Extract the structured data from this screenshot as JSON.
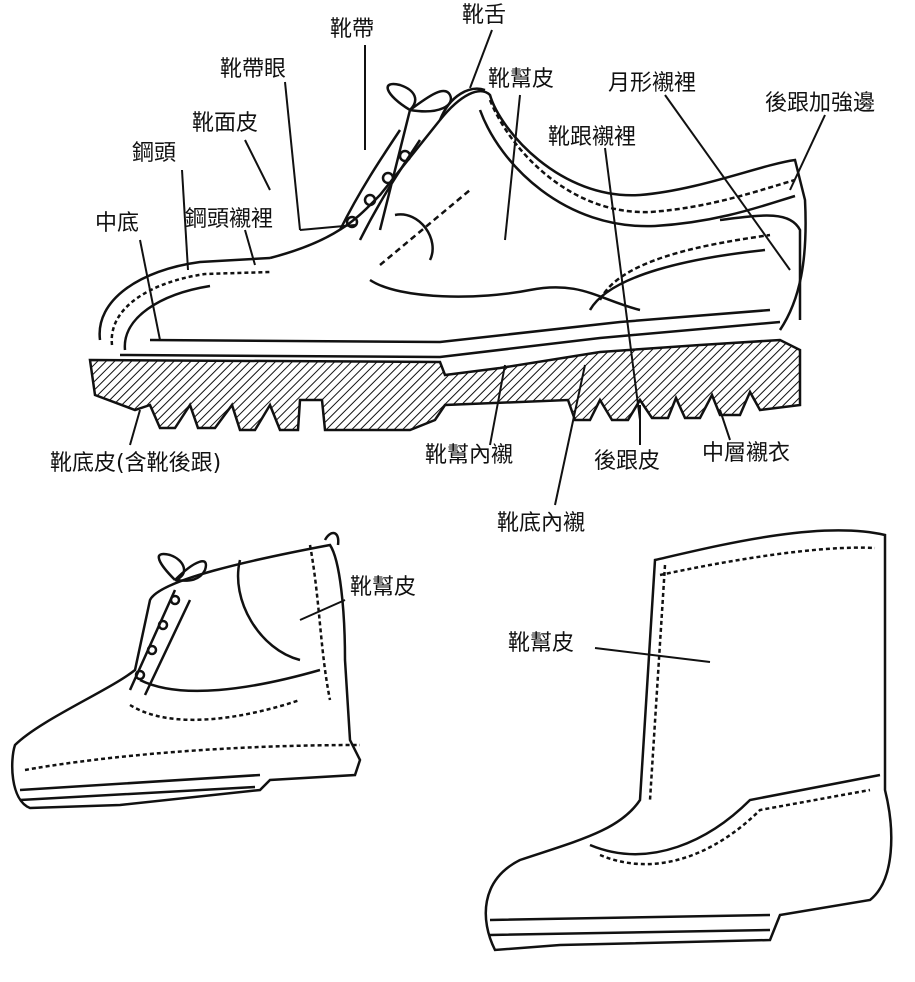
{
  "labels": {
    "lace": "靴帶",
    "tongue": "靴舌",
    "eyelet": "靴帶眼",
    "upper_leather": "靴幫皮",
    "crescent_lining": "月形襯裡",
    "heel_reinforce": "後跟加強邊",
    "vamp": "靴面皮",
    "heel_lining": "靴跟襯裡",
    "steel_toe": "鋼頭",
    "midsole": "中底",
    "steel_toe_lining": "鋼頭襯裡",
    "outsole": "靴底皮(含靴後跟)",
    "upper_inner_lining": "靴幫內襯",
    "heel_leather": "後跟皮",
    "middle_lining": "中層襯衣",
    "sole_inner_lining": "靴底內襯",
    "ankle_boot_upper": "靴幫皮",
    "tall_boot_upper": "靴幫皮"
  }
}
